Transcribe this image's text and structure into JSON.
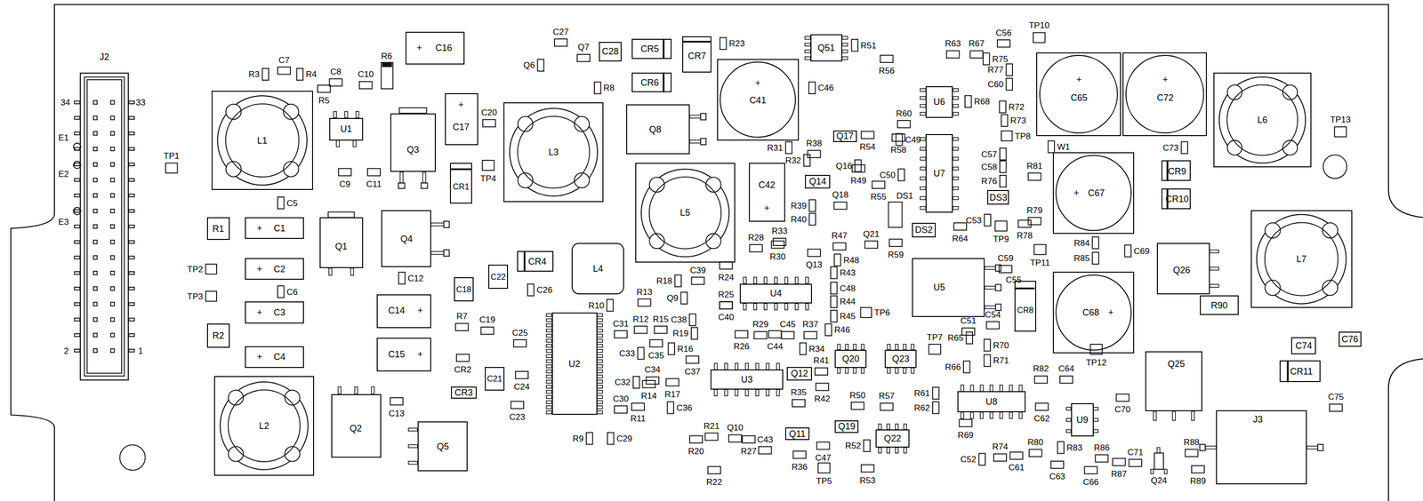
{
  "diagram": {
    "nodes": [
      {
        "text": [
          "J2"
        ]
      },
      {
        "text": [
          "R1"
        ]
      },
      {
        "text": [
          "R2"
        ]
      },
      {
        "text": [
          "+",
          "C1"
        ]
      },
      {
        "text": [
          "+",
          "C2"
        ]
      },
      {
        "text": [
          "+",
          "C3"
        ]
      },
      {
        "text": [
          "+",
          "C4"
        ]
      },
      {
        "text": [
          "L1"
        ]
      },
      {
        "text": [
          "L2"
        ]
      },
      {
        "text": [
          "U1"
        ]
      },
      {
        "text": [
          "Q3"
        ]
      },
      {
        "text": [
          "+",
          "C16"
        ]
      },
      {
        "text": [
          "+",
          "C17"
        ]
      },
      {
        "text": [
          "CR1"
        ]
      },
      {
        "text": [
          "Q1"
        ]
      },
      {
        "text": [
          "Q4"
        ]
      },
      {
        "text": [
          "C14",
          "+"
        ]
      },
      {
        "text": [
          "C15",
          "+"
        ]
      },
      {
        "text": [
          "C18"
        ]
      },
      {
        "text": [
          "C22"
        ]
      },
      {
        "text": [
          "CR4"
        ]
      },
      {
        "text": [
          "CR3"
        ]
      },
      {
        "text": [
          "C21"
        ]
      },
      {
        "text": [
          "Q2"
        ]
      },
      {
        "text": [
          "Q5"
        ]
      },
      {
        "text": [
          "L3"
        ]
      },
      {
        "text": [
          "C28"
        ]
      },
      {
        "text": [
          "CR5"
        ]
      },
      {
        "text": [
          "CR6"
        ]
      },
      {
        "text": [
          "CR7"
        ]
      },
      {
        "text": [
          "Q8"
        ]
      },
      {
        "text": [
          "L4"
        ]
      },
      {
        "text": [
          "U2"
        ]
      },
      {
        "text": [
          "L5"
        ]
      },
      {
        "text": [
          "+",
          "C41"
        ]
      },
      {
        "text": [
          "C42",
          "+"
        ]
      },
      {
        "text": [
          "Q51"
        ]
      },
      {
        "text": [
          "Q17"
        ]
      },
      {
        "text": [
          "Q14"
        ]
      },
      {
        "text": [
          "U6"
        ]
      },
      {
        "text": [
          "U7"
        ]
      },
      {
        "text": [
          "DS2"
        ]
      },
      {
        "text": [
          "DS3"
        ]
      },
      {
        "text": [
          "U4"
        ]
      },
      {
        "text": [
          "U3"
        ]
      },
      {
        "text": [
          "Q12"
        ]
      },
      {
        "text": [
          "Q20"
        ]
      },
      {
        "text": [
          "Q23"
        ]
      },
      {
        "text": [
          "Q11"
        ]
      },
      {
        "text": [
          "Q19"
        ]
      },
      {
        "text": [
          "Q22"
        ]
      },
      {
        "text": [
          "U5"
        ]
      },
      {
        "text": [
          "CR8"
        ]
      },
      {
        "text": [
          "U8"
        ]
      },
      {
        "text": [
          "U9"
        ]
      },
      {
        "text": [
          "+",
          "C65"
        ]
      },
      {
        "text": [
          "+",
          "C72"
        ]
      },
      {
        "text": [
          "+",
          "C67"
        ]
      },
      {
        "text": [
          "C68",
          "+"
        ]
      },
      {
        "text": [
          "L6"
        ]
      },
      {
        "text": [
          "CR9"
        ]
      },
      {
        "text": [
          "CR10"
        ]
      },
      {
        "text": [
          "L7"
        ]
      },
      {
        "text": [
          "Q26"
        ]
      },
      {
        "text": [
          "R90"
        ]
      },
      {
        "text": [
          "C74"
        ]
      },
      {
        "text": [
          "C76"
        ]
      },
      {
        "text": [
          "CR11"
        ]
      },
      {
        "text": [
          "Q25"
        ]
      },
      {
        "text": [
          "J3"
        ]
      }
    ],
    "labels": [
      "34",
      "33",
      "E1",
      "E2",
      "E3",
      "2",
      "1",
      "R3",
      "C7",
      "R4",
      "C8",
      "R5",
      "C10",
      "R6",
      "C9",
      "C11",
      "TP1",
      "C5",
      "TP2",
      "TP3",
      "C6",
      "C12",
      "C13",
      "C20",
      "TP4",
      "C27",
      "Q6",
      "Q7",
      "R8",
      "C19",
      "R7",
      "CR2",
      "C25",
      "C26",
      "C24",
      "C23",
      "R10",
      "R13",
      "R18",
      "C39",
      "R24",
      "R25",
      "Q9",
      "C40",
      "R12",
      "C31",
      "R15",
      "C38",
      "R19",
      "R16",
      "C33",
      "C35",
      "C34",
      "C37",
      "C32",
      "R14",
      "R17",
      "C30",
      "C36",
      "R11",
      "R9",
      "C29",
      "R23",
      "C46",
      "R51",
      "R56",
      "R31",
      "R38",
      "R32",
      "Q16",
      "R60",
      "C49",
      "R54",
      "R58",
      "C50",
      "R49",
      "Q18",
      "R55",
      "DS1",
      "R39",
      "R40",
      "R28",
      "R33",
      "R30",
      "Q13",
      "R47",
      "R48",
      "Q21",
      "R59",
      "R43",
      "C48",
      "R44",
      "R45",
      "TP6",
      "R29",
      "C45",
      "R37",
      "R46",
      "R26",
      "C44",
      "R34",
      "R41",
      "R35",
      "R42",
      "R21",
      "Q10",
      "C43",
      "R20",
      "R27",
      "R22",
      "R36",
      "C47",
      "TP5",
      "R50",
      "R57",
      "R52",
      "R53",
      "R63",
      "R67",
      "C56",
      "R75",
      "R77",
      "C60",
      "R68",
      "R72",
      "R73",
      "TP8",
      "W1",
      "C57",
      "C58",
      "R76",
      "R81",
      "C53",
      "R64",
      "TP9",
      "R78",
      "R79",
      "TP11",
      "TP10",
      "C73",
      "TP13",
      "R84",
      "R85",
      "C69",
      "C59",
      "C55",
      "C51",
      "C54",
      "TP7",
      "R65",
      "R66",
      "R70",
      "R71",
      "R61",
      "R62",
      "R82",
      "C64",
      "TP12",
      "C62",
      "C70",
      "R69",
      "C52",
      "R74",
      "C61",
      "R80",
      "R83",
      "R86",
      "C63",
      "C66",
      "R87",
      "C71",
      "Q24",
      "R88",
      "R89",
      "C75"
    ]
  }
}
